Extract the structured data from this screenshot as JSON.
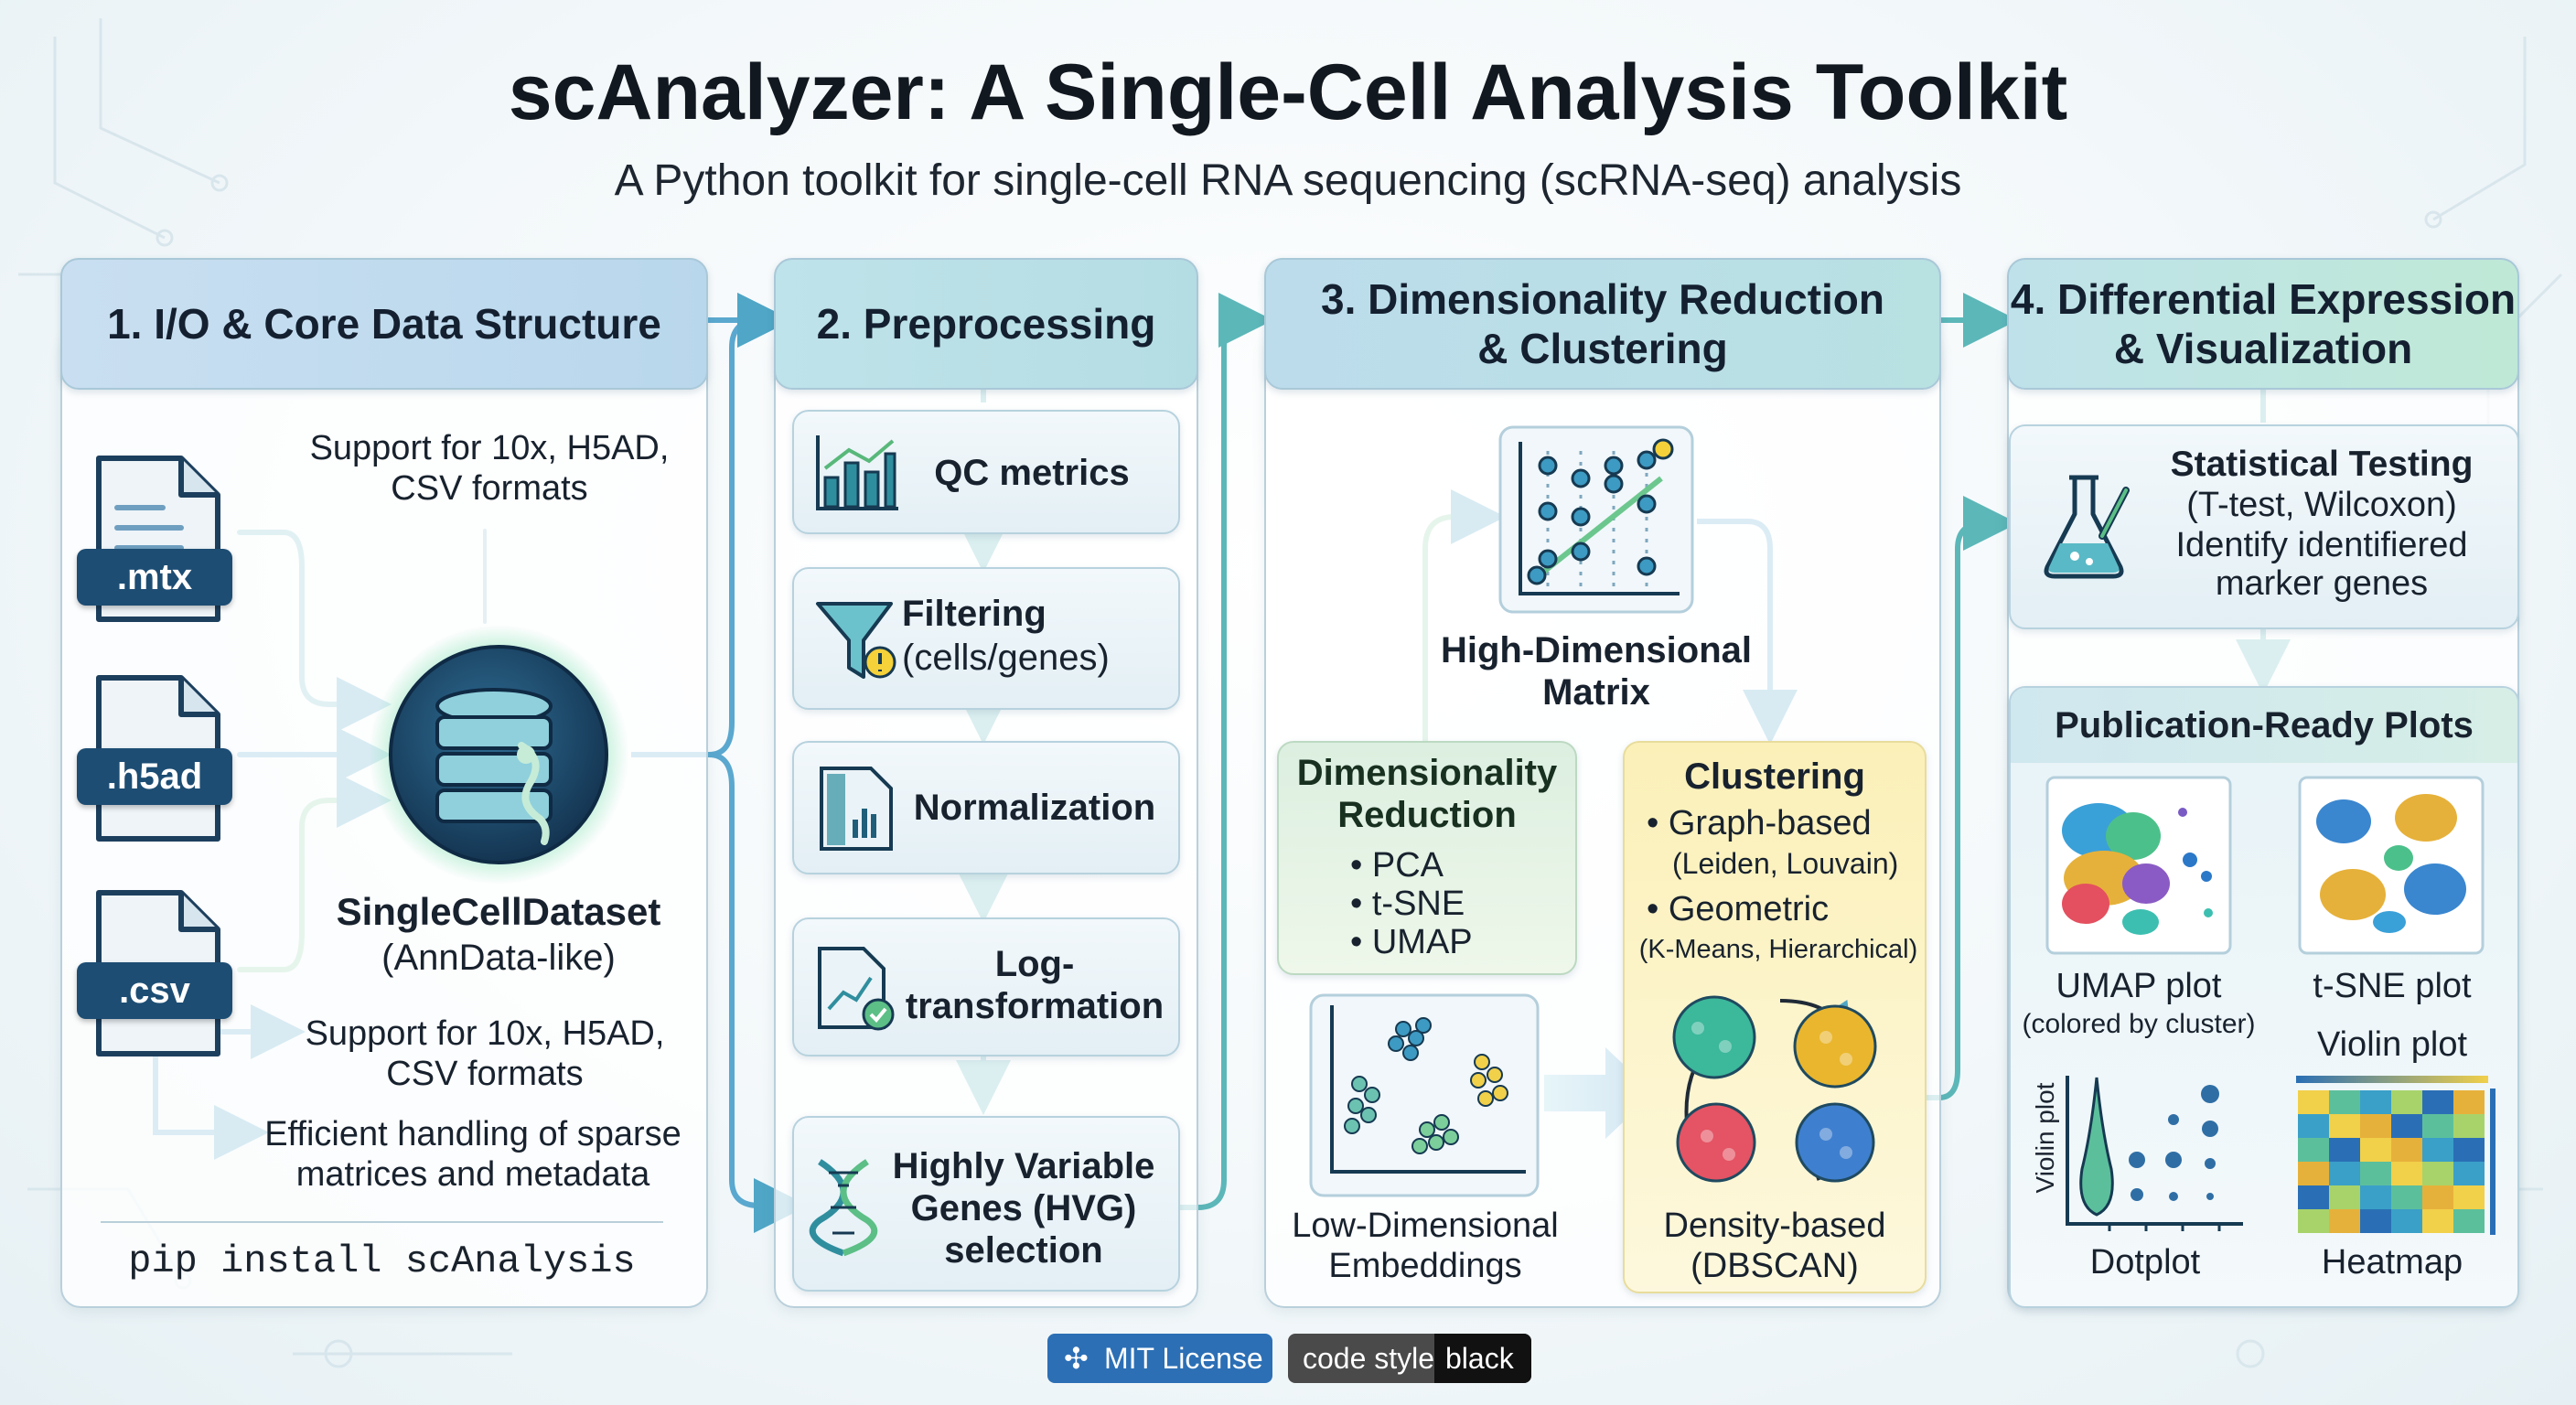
{
  "title": "scAnalyzer: A Single-Cell Analysis Toolkit",
  "subtitle": "A Python toolkit for single-cell RNA sequencing (scRNA-seq) analysis",
  "colors": {
    "accent": "#4aa3c8",
    "arrow": "#5bb6c4",
    "dark_blue": "#1d4d73",
    "clustering_bg": "#fbf5c9",
    "dimred_bg": "#e4f4dc"
  },
  "panel1": {
    "header": "1. I/O & Core Data Structure",
    "top_note_line1": "Support for 10x, H5AD,",
    "top_note_line2": "CSV formats",
    "files": [
      ".mtx",
      ".h5ad",
      ".csv"
    ],
    "core_name": "SingleCellDataset",
    "core_sub": "(AnnData-like)",
    "note1_line1": "Support for 10x, H5AD,",
    "note1_line2": "CSV formats",
    "note2_line1": "Efficient handling of sparse",
    "note2_line2": "matrices and metadata",
    "install": "pip install scAnalysis"
  },
  "panel2": {
    "header": "2. Preprocessing",
    "steps": [
      {
        "line1": "QC metrics",
        "line2": "",
        "icon": "bar-chart-icon"
      },
      {
        "line1": "Filtering",
        "line2": "(cells/genes)",
        "icon": "funnel-icon"
      },
      {
        "line1": "Normalization",
        "line2": "",
        "icon": "document-chart-icon"
      },
      {
        "line1": "Log-",
        "line2": "transformation",
        "icon": "document-check-icon"
      },
      {
        "line1": "Highly Variable",
        "line2": "Genes (HVG)",
        "line3": "selection",
        "icon": "dna-icon"
      }
    ]
  },
  "panel3": {
    "header_line1": "3. Dimensionality Reduction",
    "header_line2": "& Clustering",
    "matrix_label_line1": "High-Dimensional",
    "matrix_label_line2": "Matrix",
    "dimred_title_line1": "Dimensionality",
    "dimred_title_line2": "Reduction",
    "dimred_items": [
      "• PCA",
      "• t-SNE",
      "• UMAP"
    ],
    "clustering_title": "Clustering",
    "clustering_item1": "• Graph-based",
    "clustering_item1_sub": "(Leiden, Louvain)",
    "clustering_item2": "• Geometric",
    "clustering_item2_sub": "(K-Means, Hierarchical)",
    "embed_label_line1": "Low-Dimensional",
    "embed_label_line2": "Embeddings",
    "density_line1": "Density-based",
    "density_line2": "(DBSCAN)"
  },
  "panel4": {
    "header_line1": "4. Differential Expression",
    "header_line2": "& Visualization",
    "stat_title": "Statistical Testing",
    "stat_line2": "(T-test, Wilcoxon)",
    "stat_line3": "Identify identifiered",
    "stat_line4": "marker genes",
    "plots_title": "Publication-Ready Plots",
    "umap_label": "UMAP plot",
    "umap_sub": "(colored by cluster)",
    "tsne_label": "t-SNE plot",
    "violin_label": "Violin plot",
    "violin_axis": "Violin plot",
    "dotplot_label": "Dotplot",
    "heatmap_label": "Heatmap"
  },
  "badges": {
    "license": "MIT License",
    "code_style_key": "code style:",
    "code_style_value": "black"
  }
}
